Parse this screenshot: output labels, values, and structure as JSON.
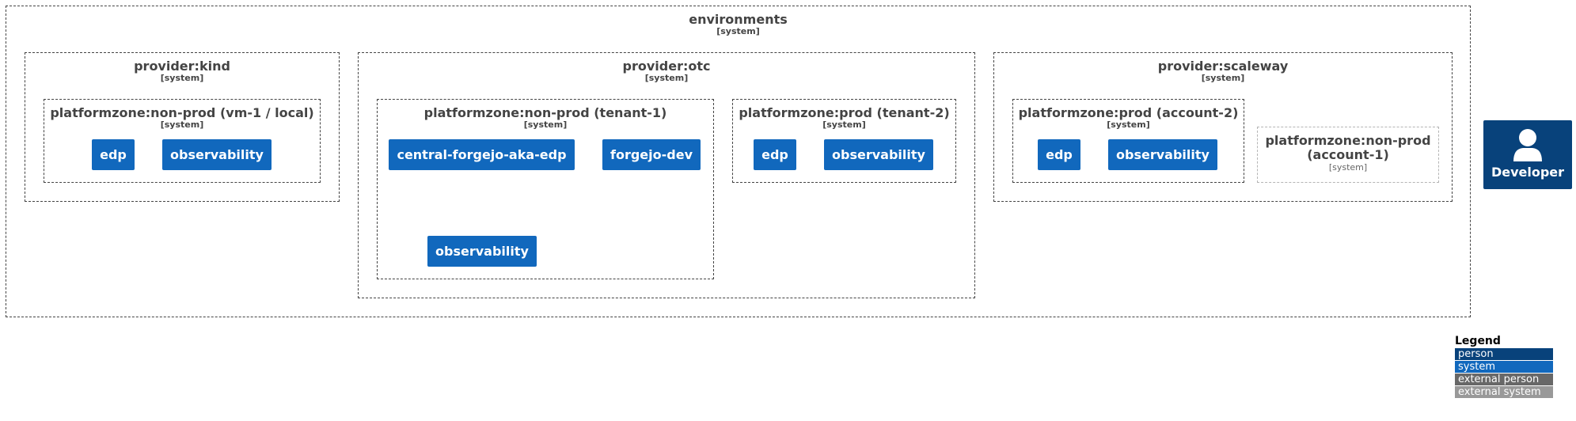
{
  "environments": {
    "title": "environments",
    "tag": "[system]"
  },
  "provider_kind": {
    "title": "provider:kind",
    "tag": "[system]",
    "zone": {
      "title": "platformzone:non-prod (vm-1 / local)",
      "tag": "[system]",
      "nodes": [
        "edp",
        "observability"
      ]
    }
  },
  "provider_otc": {
    "title": "provider:otc",
    "tag": "[system]",
    "zone1": {
      "title": "platformzone:non-prod (tenant-1)",
      "tag": "[system]",
      "nodes": [
        "central-forgejo-aka-edp",
        "forgejo-dev",
        "observability"
      ]
    },
    "zone2": {
      "title": "platformzone:prod (tenant-2)",
      "tag": "[system]",
      "nodes": [
        "edp",
        "observability"
      ]
    }
  },
  "provider_scaleway": {
    "title": "provider:scaleway",
    "tag": "[system]",
    "zone1": {
      "title": "platformzone:prod (account-2)",
      "tag": "[system]",
      "nodes": [
        "edp",
        "observability"
      ]
    },
    "zone2": {
      "title_line1": "platformzone:non-prod",
      "title_line2": "(account-1)",
      "tag": "[system]"
    }
  },
  "developer": {
    "label": "Developer",
    "icon": "person-icon"
  },
  "legend": {
    "title": "Legend",
    "items": [
      {
        "label": "person",
        "color": "#08427b"
      },
      {
        "label": "system",
        "color": "#1168bd"
      },
      {
        "label": "external person",
        "color": "#686868"
      },
      {
        "label": "external system",
        "color": "#999999"
      }
    ]
  }
}
